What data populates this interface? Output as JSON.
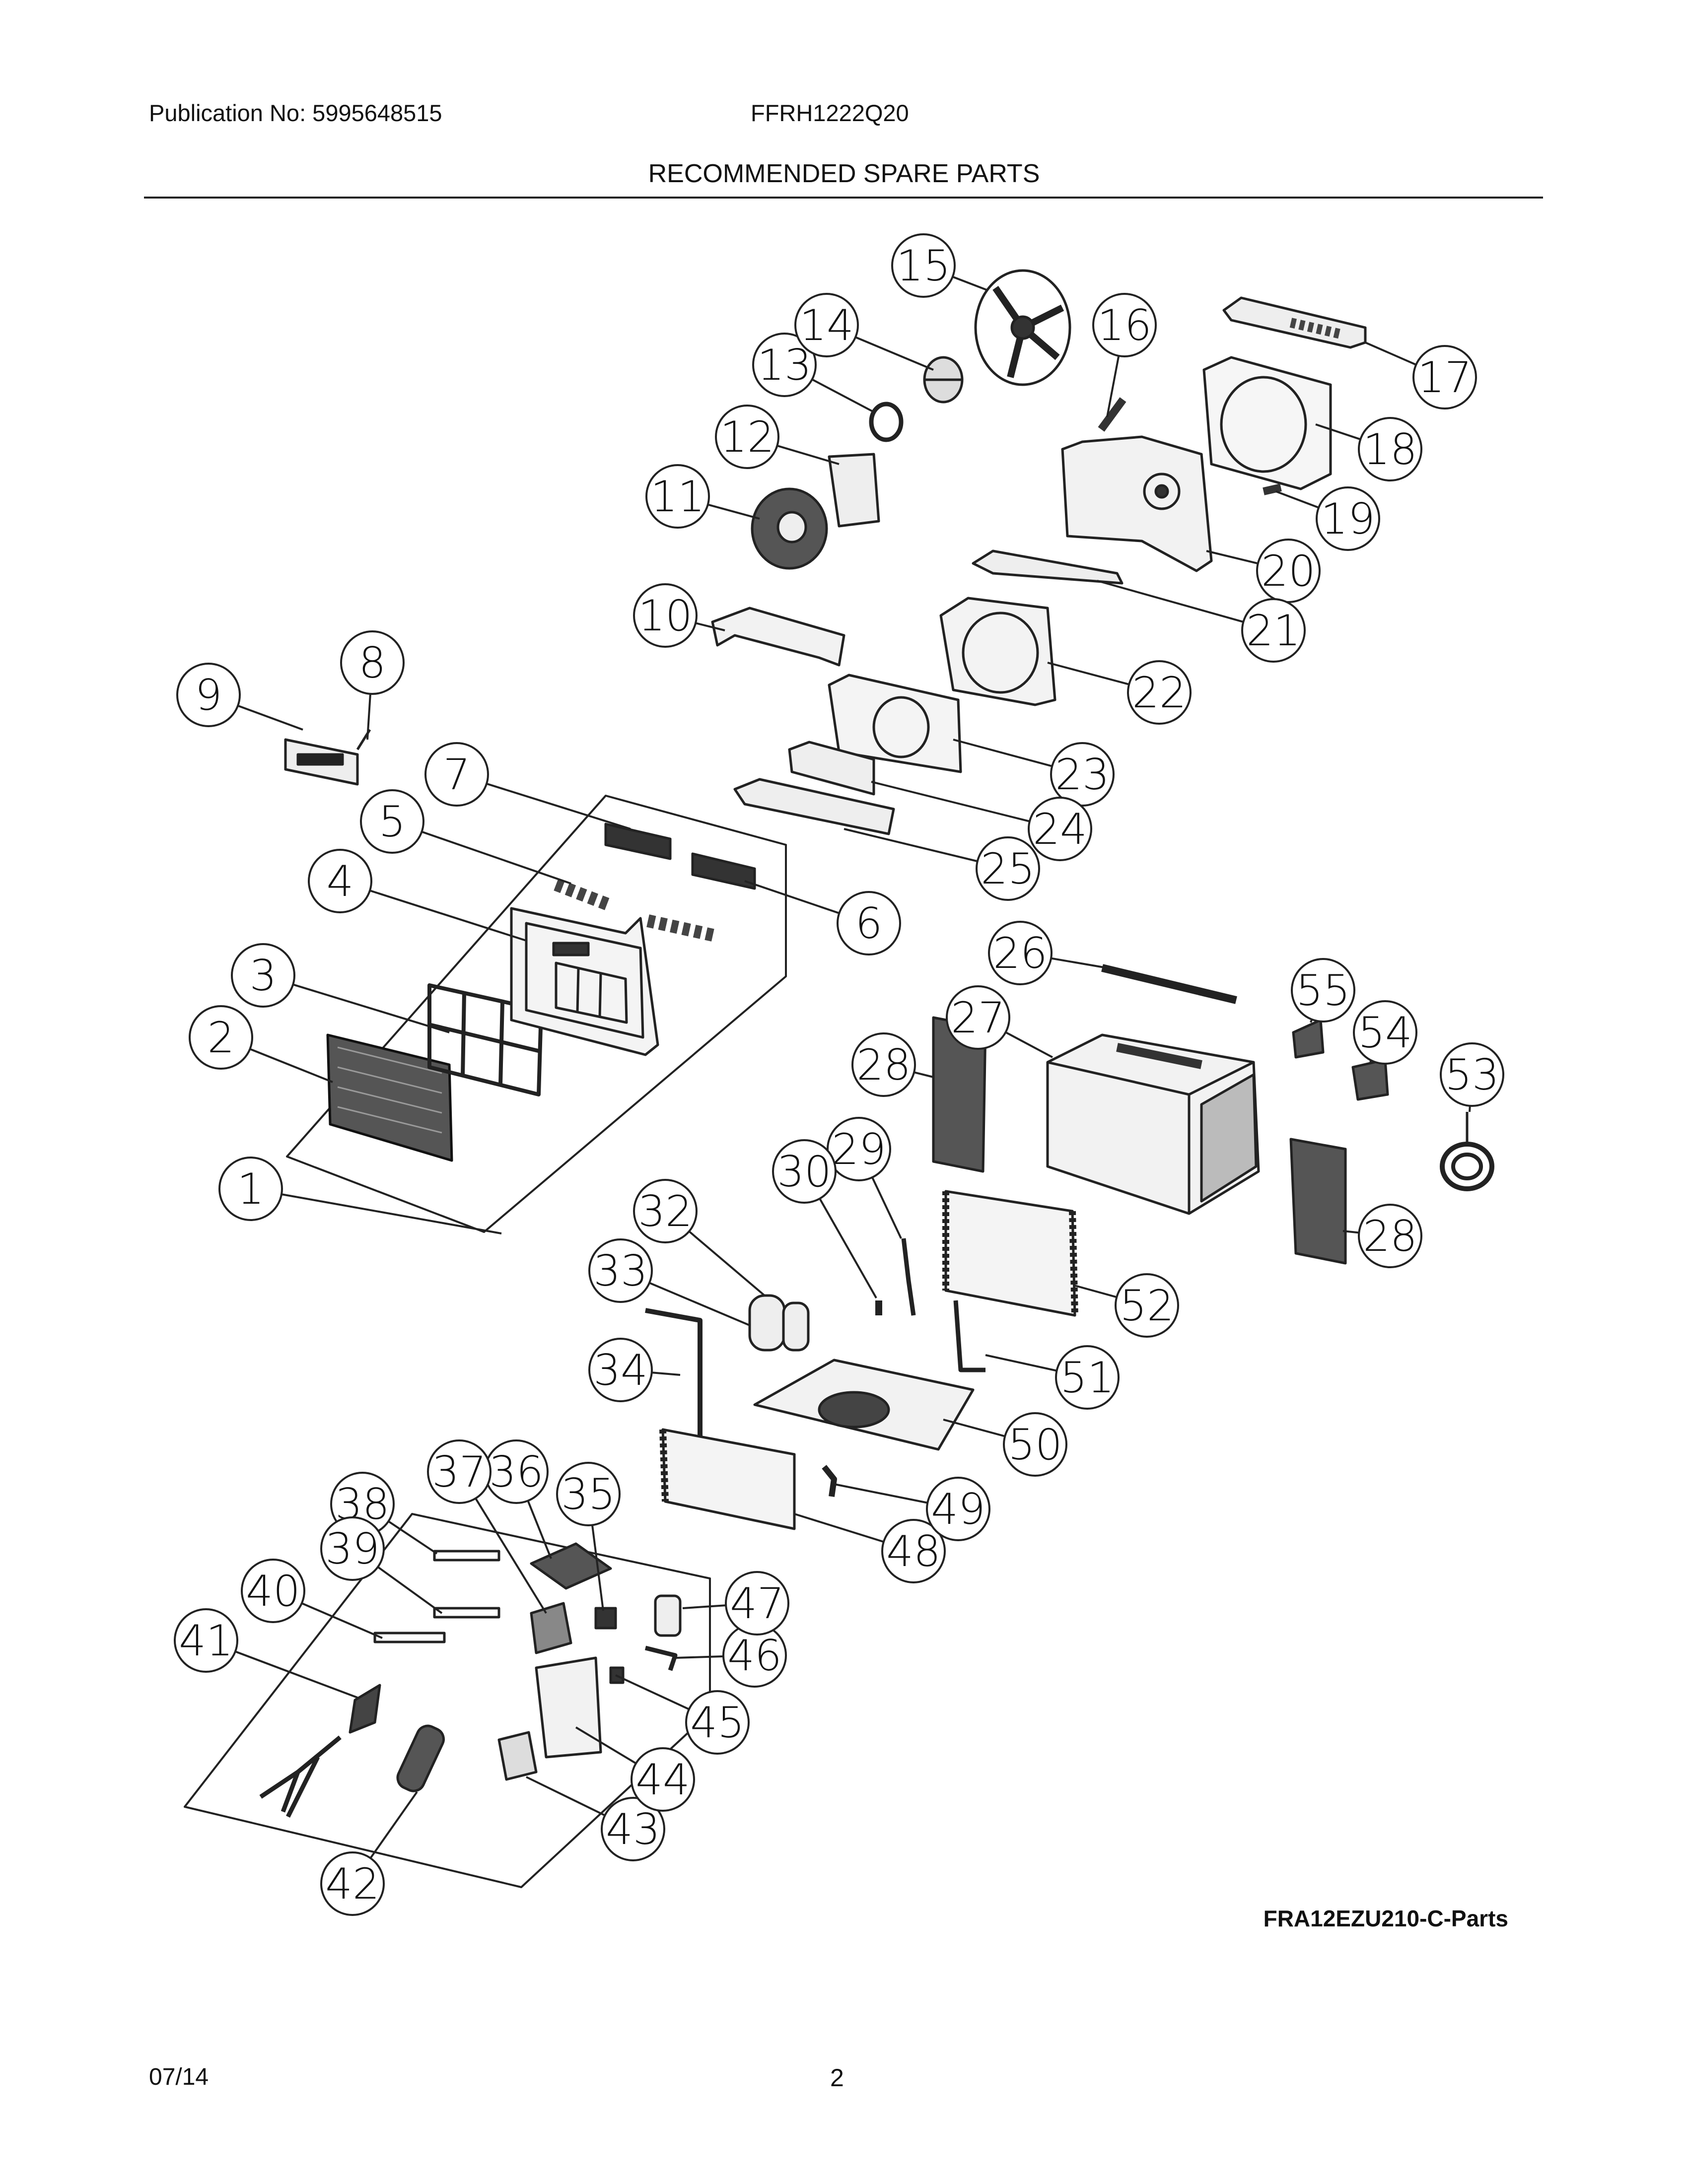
{
  "header": {
    "publication": "Publication No: 5995648515",
    "model": "FFRH1222Q20",
    "title": "RECOMMENDED SPARE PARTS"
  },
  "diagram": {
    "drawing_id": "FRA12EZU210-C-Parts",
    "callouts": [
      "1",
      "2",
      "3",
      "4",
      "5",
      "6",
      "7",
      "8",
      "9",
      "10",
      "11",
      "12",
      "13",
      "14",
      "15",
      "16",
      "17",
      "18",
      "19",
      "20",
      "21",
      "22",
      "23",
      "24",
      "25",
      "26",
      "27",
      "28",
      "28",
      "29",
      "30",
      "32",
      "33",
      "34",
      "35",
      "36",
      "37",
      "38",
      "39",
      "40",
      "41",
      "42",
      "43",
      "44",
      "45",
      "46",
      "47",
      "48",
      "49",
      "50",
      "51",
      "52",
      "53",
      "54",
      "55"
    ]
  },
  "footer": {
    "date": "07/14",
    "page": "2"
  }
}
